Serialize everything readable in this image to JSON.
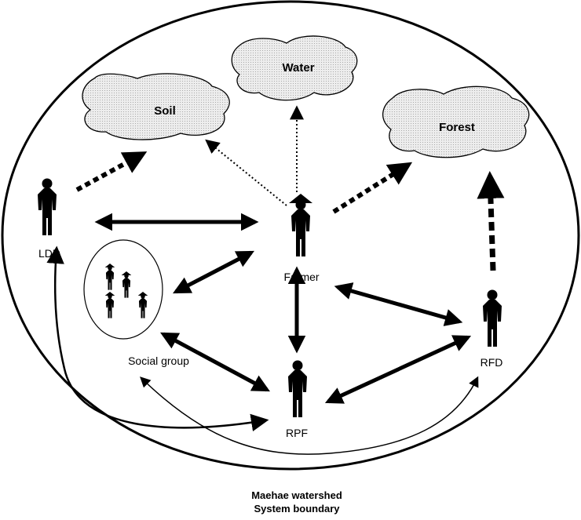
{
  "resources": {
    "water": "Water",
    "soil": "Soil",
    "forest": "Forest"
  },
  "actors": {
    "ldd": "LDD",
    "farmer": "Farmer",
    "social_group": "Social group",
    "rpf": "RPF",
    "rfd": "RFD"
  },
  "caption": {
    "line1": "Maehae watershed",
    "line2": "System boundary"
  },
  "colors": {
    "cloud_fill": "#e8e8e8",
    "ink": "#000000"
  }
}
